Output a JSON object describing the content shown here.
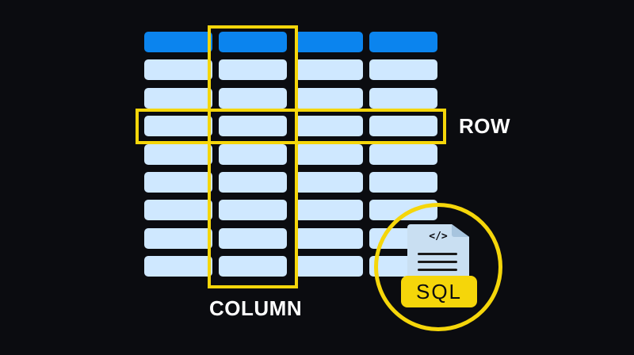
{
  "labels": {
    "row": "ROW",
    "column": "COLUMN"
  },
  "icon": {
    "name": "sql-file-icon",
    "code_glyph": "</>",
    "tag": "SQL"
  },
  "table": {
    "columns": 4,
    "rows": 9,
    "header_rows": 1,
    "highlighted_row": 4,
    "highlighted_column": 2
  },
  "colors": {
    "background": "#0b0c10",
    "header_cell": "#0b84ee",
    "body_cell": "#cfe8ff",
    "highlight": "#f5d60a",
    "label_text": "#ffffff"
  }
}
